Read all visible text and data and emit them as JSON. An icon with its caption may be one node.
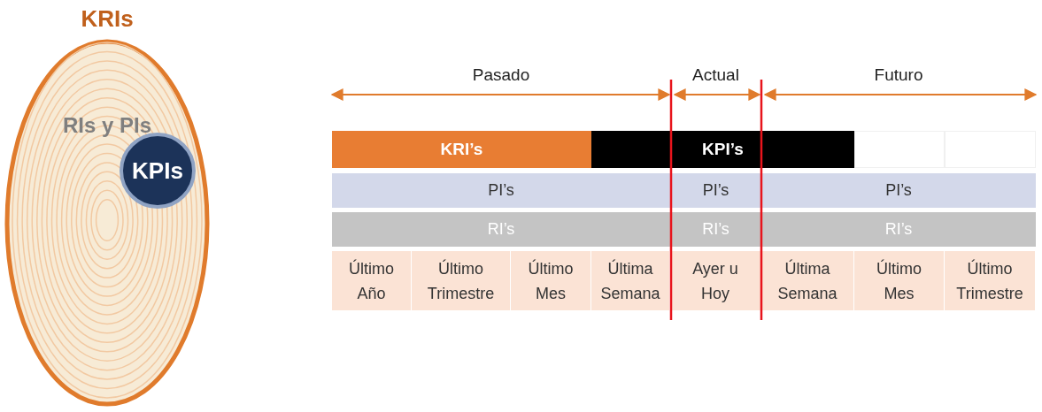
{
  "diagram": {
    "nodes": [
      {
        "text": [
          "KRIs"
        ]
      },
      {
        "text": [
          "RIs y PIs"
        ],
        "in": 0
      },
      {
        "text": [
          "KPIs"
        ],
        "in": 1
      }
    ],
    "labels": [
      "Pasado",
      "Actual",
      "Futuro",
      "KRI’s",
      "KPI’s",
      "PI’s",
      "PI’s",
      "PI’s",
      "RI’s",
      "RI’s",
      "RI’s",
      "Último Año",
      "Último Trimestre",
      "Último Mes",
      "Última Semana",
      "Ayer u Hoy",
      "Última Semana",
      "Último Mes",
      "Último Trimestre"
    ]
  }
}
